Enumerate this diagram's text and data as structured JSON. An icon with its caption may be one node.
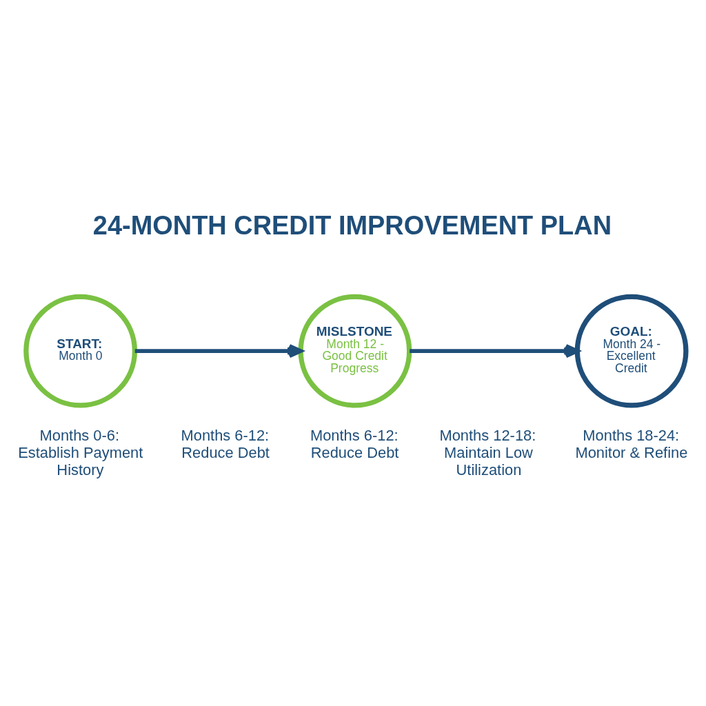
{
  "diagram": {
    "title": "24-MONTH CREDIT IMPROVEMENT PLAN",
    "nodes": [
      {
        "text": [
          "START:",
          "Month 0"
        ],
        "beside": [
          "Months 0-6: Establish Payment History"
        ]
      },
      {
        "text": [
          "MISLSTONE",
          "Month 12 - Good Credit Progress"
        ],
        "beside": [
          "Months 6-12: Reduce Debt"
        ]
      },
      {
        "text": [
          "GOAL:",
          "Month 24 - Excellent Credit"
        ],
        "beside": [
          "Months 18-24: Monitor & Refine"
        ]
      }
    ],
    "edges": [
      {
        "from": 0,
        "to": 1,
        "arrow": "to"
      },
      {
        "from": 1,
        "to": 2,
        "arrow": "to"
      }
    ],
    "labels": [
      "Months 6-12: Reduce Debt",
      "Months 12-18: Maintain Low Utilization"
    ]
  }
}
